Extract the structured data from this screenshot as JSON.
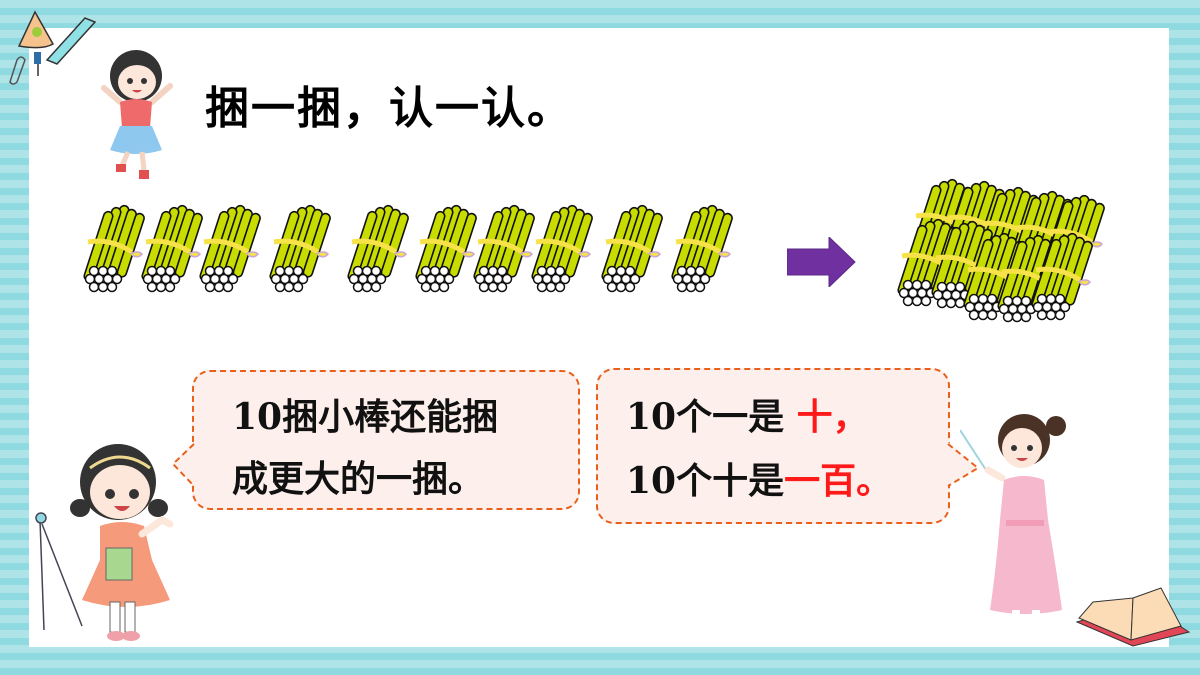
{
  "slide": {
    "title": "捆一捆，认一认。",
    "border_colors": {
      "stripe_light": "#aee3e7",
      "stripe_dark": "#8fd9e0",
      "panel": "#ffffff"
    },
    "bundles": {
      "single_count": 10,
      "stick_color": "#c8dc00",
      "tie_color": "#f7e24a",
      "arrow_color": "#7030a0",
      "big_bundle_label": "large bundle of 10 bundles"
    },
    "bubble_left": {
      "line1": "10捆小棒还能捆",
      "line2": "成更大的一捆。"
    },
    "bubble_right": {
      "line1_prefix": "10个一是 ",
      "line1_red": "十",
      "line1_suffix": "，",
      "line2_prefix": "10个十是",
      "line2_red": "一百",
      "line2_suffix": "。"
    },
    "accent_colors": {
      "bubble_border": "#e8601c",
      "bubble_fill": "#fdf0ec",
      "highlight": "#ff1a1a"
    }
  }
}
